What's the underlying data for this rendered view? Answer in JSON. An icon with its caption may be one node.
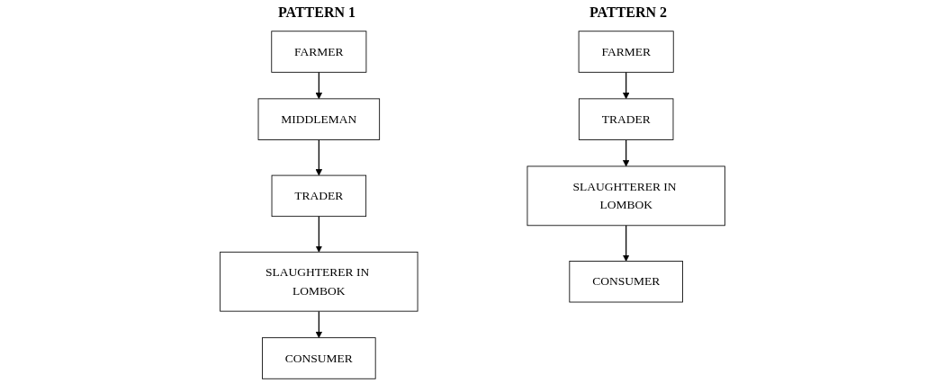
{
  "diagram": {
    "nodes": [
      {
        "text": [
          "FARMER"
        ]
      },
      {
        "text": [
          "MIDDLEMAN"
        ]
      },
      {
        "text": [
          "TRADER"
        ]
      },
      {
        "text": [
          "SLAUGHTERER IN LOMBOK"
        ]
      },
      {
        "text": [
          "CONSUMER"
        ]
      },
      {
        "text": [
          "FARMER"
        ]
      },
      {
        "text": [
          "TRADER"
        ]
      },
      {
        "text": [
          "SLAUGHTERER IN LOMBOK"
        ]
      },
      {
        "text": [
          "CONSUMER"
        ]
      }
    ],
    "edges": [
      {
        "from": 0,
        "to": 1,
        "arrow": "to"
      },
      {
        "from": 1,
        "to": 2,
        "arrow": "to"
      },
      {
        "from": 2,
        "to": 3,
        "arrow": "to"
      },
      {
        "from": 3,
        "to": 4,
        "arrow": "to"
      },
      {
        "from": 5,
        "to": 6,
        "arrow": "to"
      },
      {
        "from": 6,
        "to": 7,
        "arrow": "to"
      },
      {
        "from": 7,
        "to": 8,
        "arrow": "to"
      }
    ],
    "labels": [
      "PATTERN 1",
      "PATTERN 2"
    ]
  }
}
